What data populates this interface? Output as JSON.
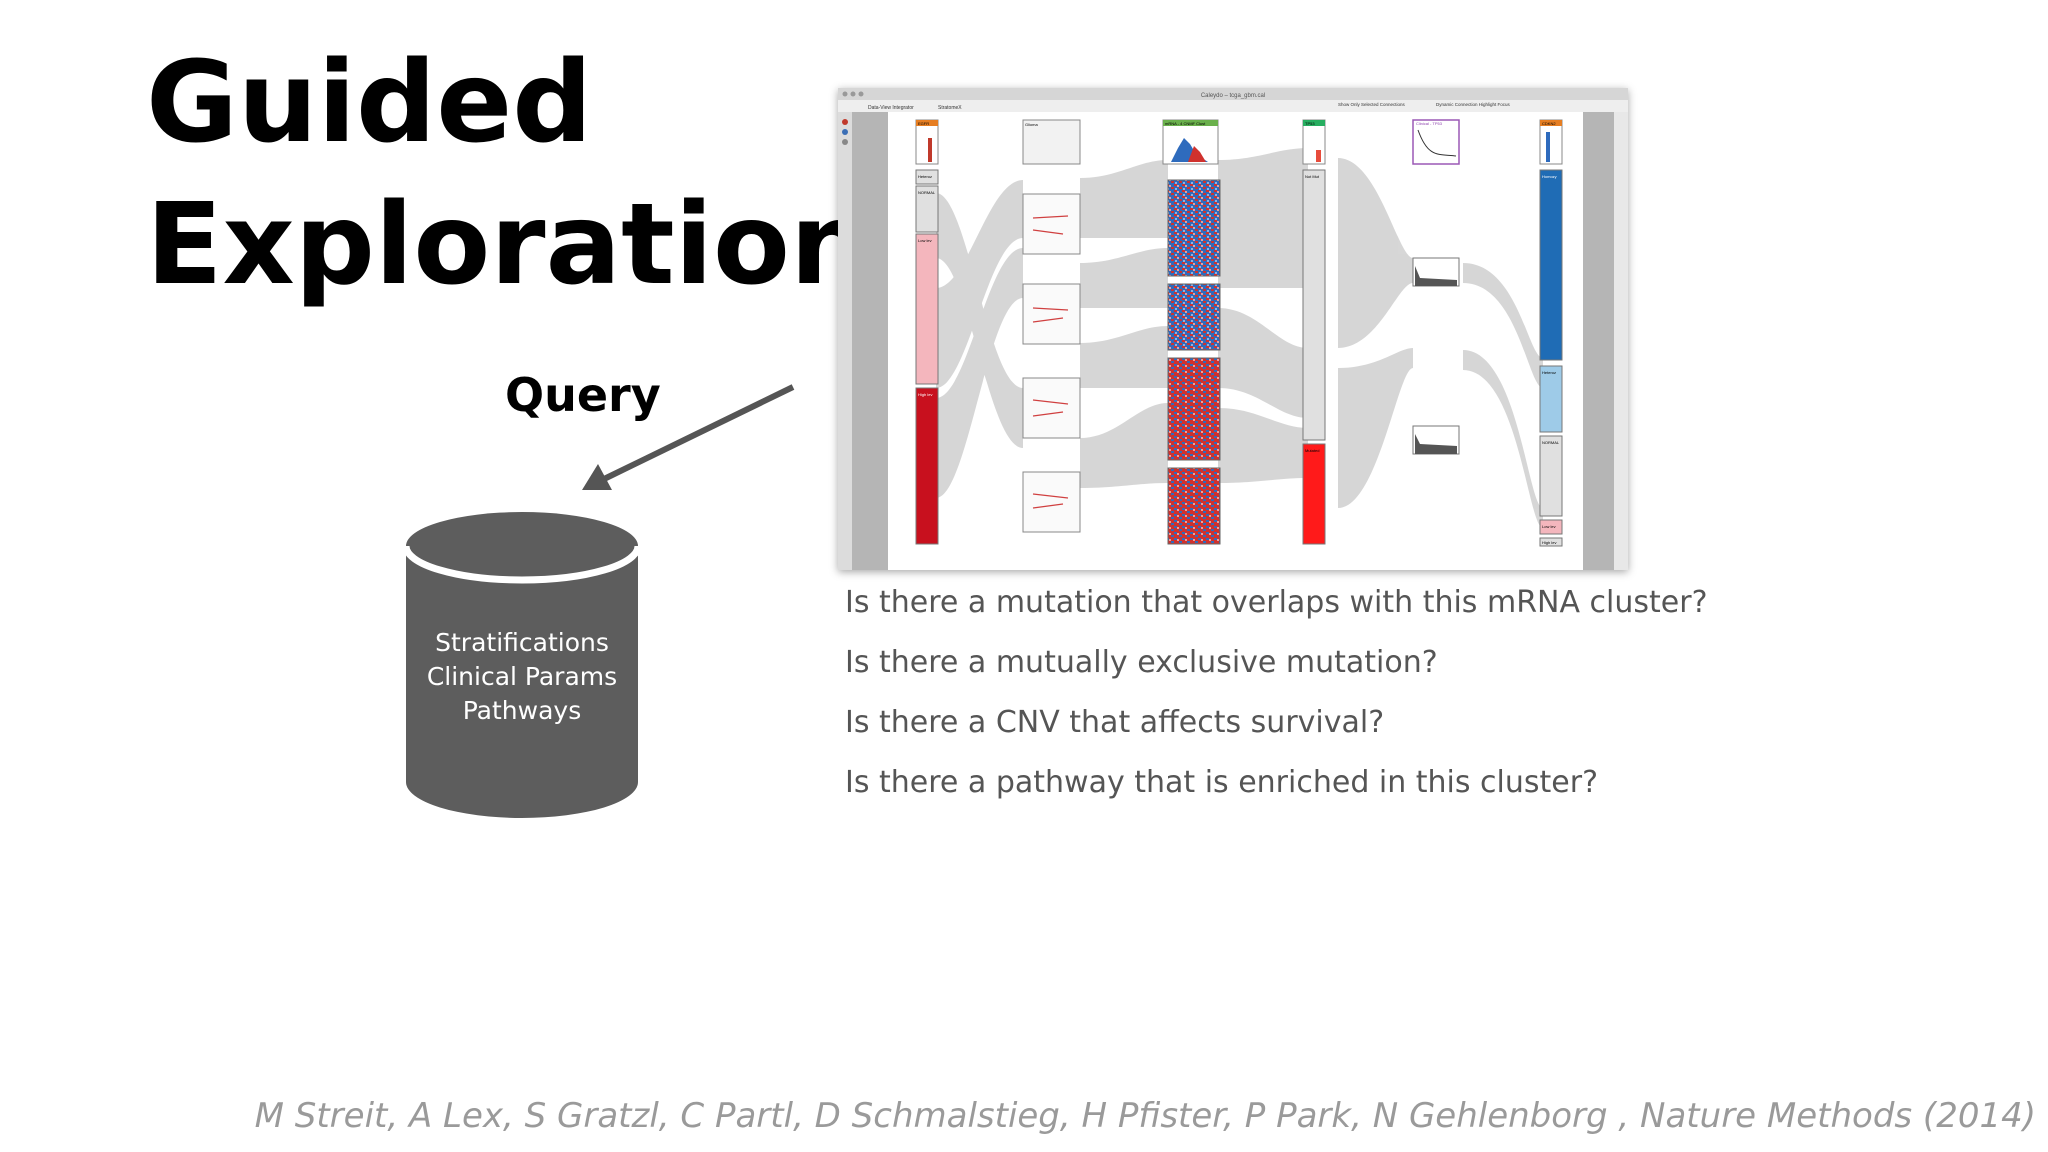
{
  "title": {
    "line1": "Guided",
    "line2": "Exploration"
  },
  "query_label": "Query",
  "database": {
    "lines": [
      "Stratifications",
      "Clinical Params",
      "Pathways"
    ],
    "color": "#5d5d5d"
  },
  "screenshot": {
    "window_title": "Caleydo – tcga_gbm.cal",
    "tabs": [
      "Data-View Integrator",
      "StratomeX"
    ],
    "toolbar_options": [
      "Show Only Selected Connections",
      "Dynamic Connection Highlight Focus"
    ],
    "column_headers": [
      "EGFR",
      "Glioma",
      "mRNA - 4 CNMF Clust",
      "TP53",
      "Clinical - TP53",
      "CDKN2"
    ],
    "left_blocks": [
      "Heteroz",
      "NORMAL",
      "Low lev",
      "High lev"
    ],
    "tp53_blocks": [
      "Not Mut",
      "Mutated"
    ],
    "right_blocks": [
      "Homozy",
      "Heteroz",
      "NORMAL",
      "Low lev",
      "High lev"
    ]
  },
  "questions": [
    "Is there a mutation that overlaps with this mRNA cluster?",
    "Is there a mutually exclusive mutation?",
    "Is there a CNV that affects survival?",
    "Is there a pathway that is enriched in this cluster?"
  ],
  "citation": "M Streit, A Lex, S Gratzl, C Partl, D Schmalstieg, H Pfister, P Park, N Gehlenborg , Nature Methods (2014)"
}
